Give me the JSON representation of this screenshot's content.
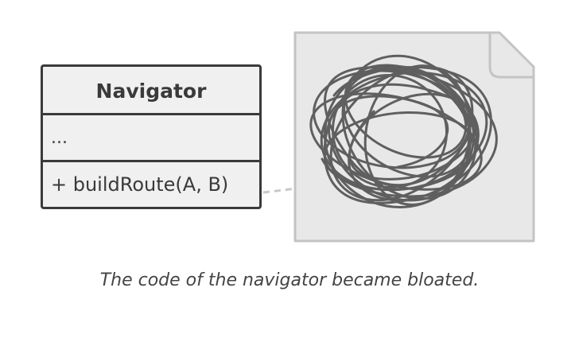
{
  "uml_class": {
    "name": "Navigator",
    "fields": "...",
    "method": "+ buildRoute(A, B)"
  },
  "caption": "The code of the navigator became bloated.",
  "colors": {
    "stroke": "#3a3a3a",
    "box_fill": "#f0f0f0",
    "document_fill": "#e8e8e8",
    "document_border": "#c4c4c4",
    "scribble": "#5f5f5f",
    "connector": "#c8c8c8"
  }
}
